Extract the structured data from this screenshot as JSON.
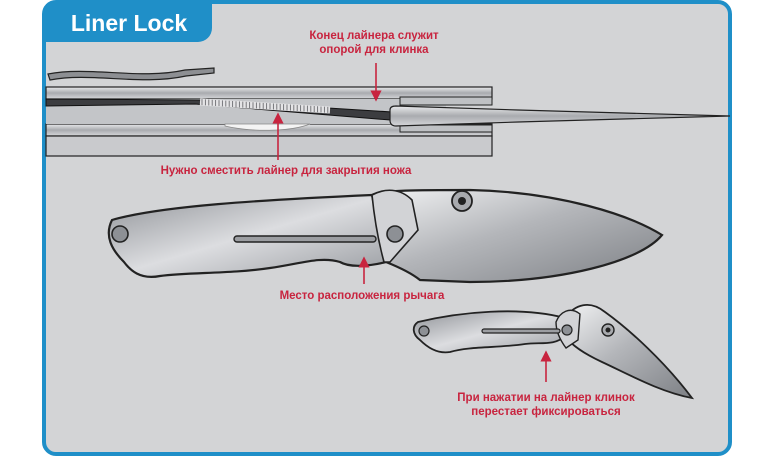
{
  "title": "Liner Lock",
  "labels": {
    "liner_end": {
      "line1": "Конец лайнера служит",
      "line2": "опорой для клинка"
    },
    "shift_liner": "Нужно сместить лайнер для закрытия ножа",
    "lever_location": "Место расположения рычага",
    "press_liner": {
      "line1": "При нажатии на лайнер клинок",
      "line2": "перестает фиксироваться"
    }
  },
  "colors": {
    "frame": "#1f8fc8",
    "panel_background": "#d3d4d6",
    "annotation": "#c8243f",
    "outline": "#222222",
    "metal": "#b9bbbf"
  }
}
